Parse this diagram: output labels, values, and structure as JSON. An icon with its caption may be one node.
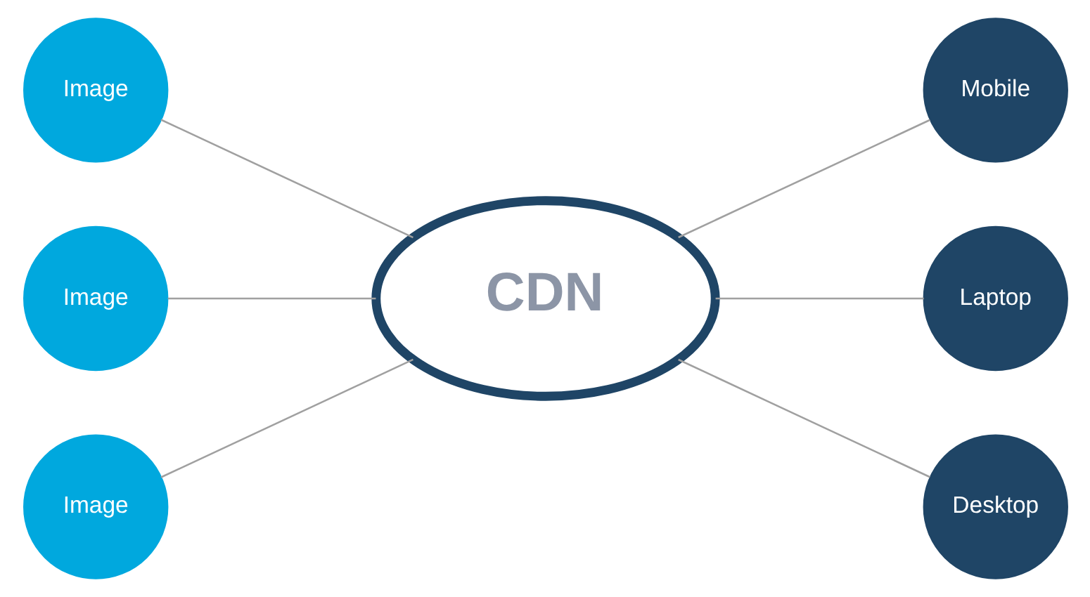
{
  "diagram": {
    "nodes": [
      {
        "text": [
          "Image"
        ]
      },
      {
        "text": [
          "Image"
        ]
      },
      {
        "text": [
          "Image"
        ]
      },
      {
        "text": [
          "CDN"
        ]
      },
      {
        "text": [
          "Mobile"
        ]
      },
      {
        "text": [
          "Laptop"
        ]
      },
      {
        "text": [
          "Desktop"
        ]
      }
    ],
    "edges": [
      {
        "from": 0,
        "to": 3,
        "arrow": "none"
      },
      {
        "from": 1,
        "to": 3,
        "arrow": "none"
      },
      {
        "from": 2,
        "to": 3,
        "arrow": "none"
      },
      {
        "from": 3,
        "to": 4,
        "arrow": "none"
      },
      {
        "from": 3,
        "to": 5,
        "arrow": "none"
      },
      {
        "from": 3,
        "to": 6,
        "arrow": "none"
      }
    ]
  }
}
